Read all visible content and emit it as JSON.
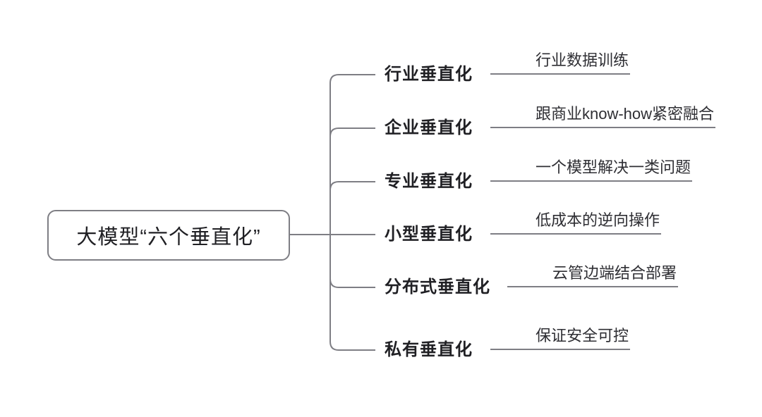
{
  "root": {
    "label": "大模型“六个垂直化”"
  },
  "branches": [
    {
      "label": "行业垂直化",
      "leaf": "行业数据训练"
    },
    {
      "label": "企业垂直化",
      "leaf": "跟商业know-how紧密融合"
    },
    {
      "label": "专业垂直化",
      "leaf": "一个模型解决一类问题"
    },
    {
      "label": "小型垂直化",
      "leaf": "低成本的逆向操作"
    },
    {
      "label": "分布式垂直化",
      "leaf": "云管边端结合部署"
    },
    {
      "label": "私有垂直化",
      "leaf": "保证安全可控"
    }
  ],
  "colors": {
    "line": "#7e7e84",
    "branch_label_text": "#202024",
    "leaf_text": "#2e2e33",
    "background": "#ffffff"
  }
}
